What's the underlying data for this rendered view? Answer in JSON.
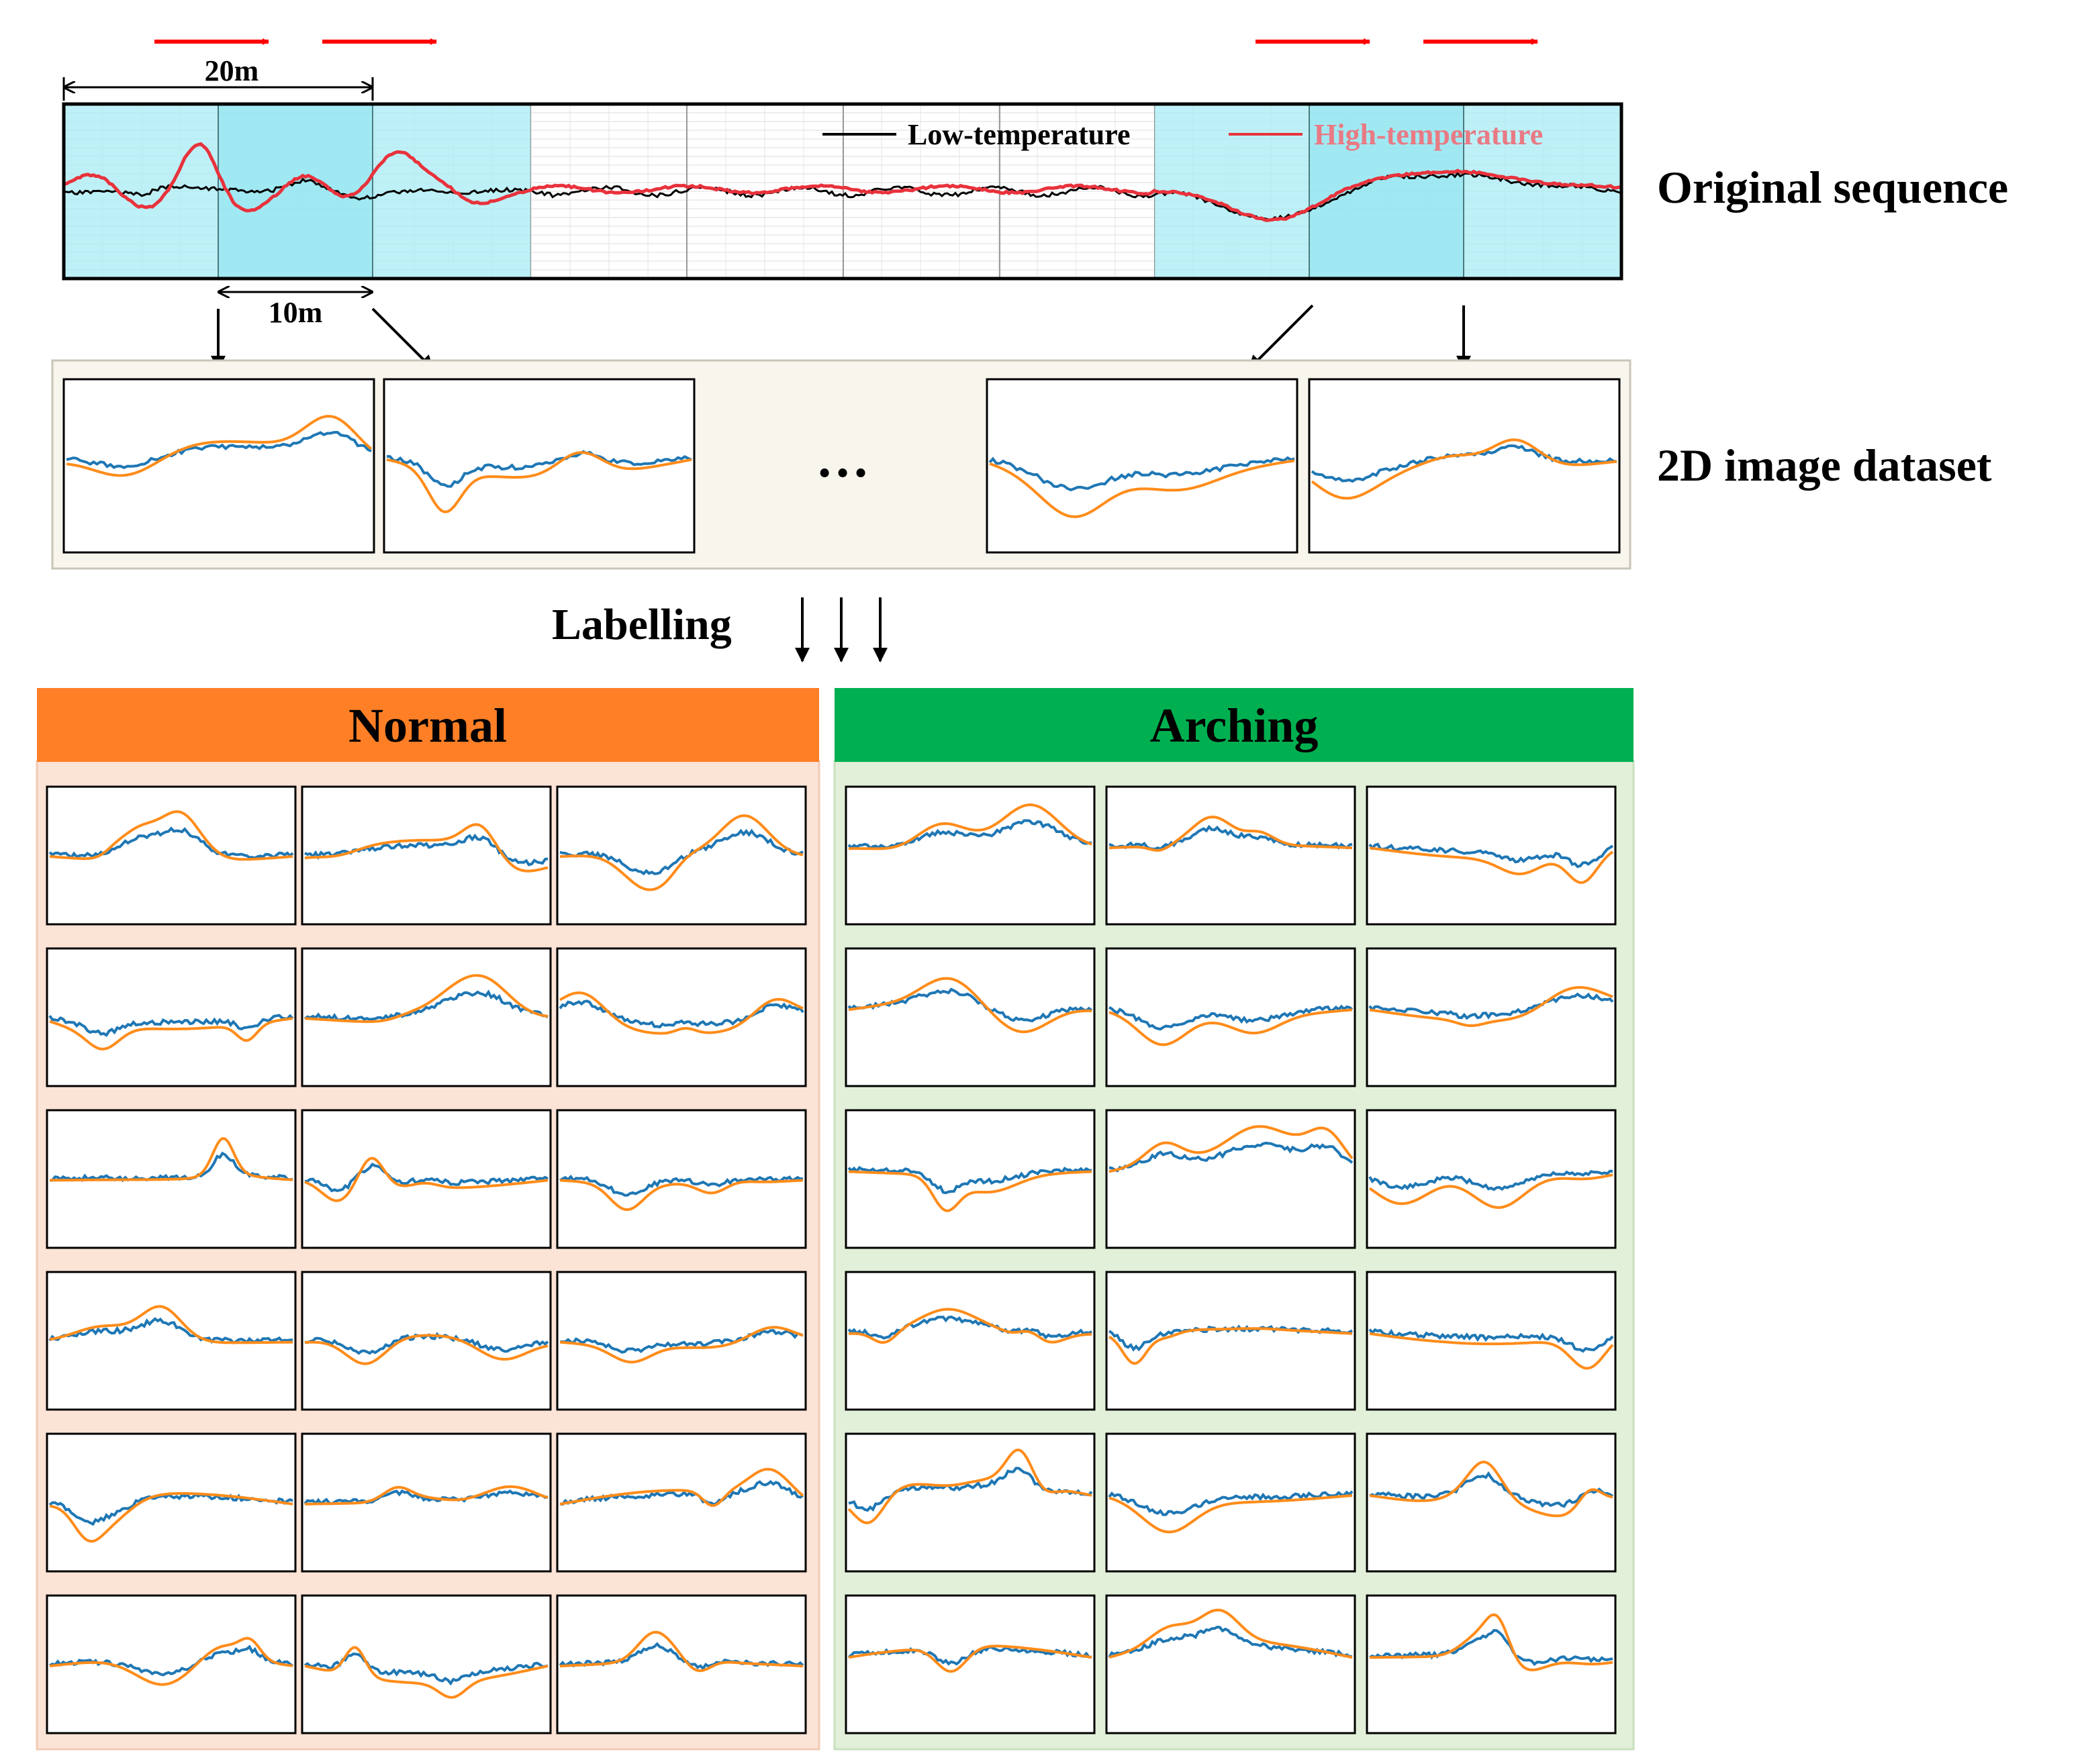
{
  "labels": {
    "distance_20": "20m",
    "distance_10": "10m",
    "legend_low": "Low-temperature",
    "legend_high": "High-temperature",
    "original_sequence": "Original sequence",
    "image_dataset": "2D image dataset",
    "ellipsis": "…",
    "labelling": "Labelling",
    "normal": "Normal",
    "arching": "Arching"
  },
  "colors": {
    "low_temp_line": "#000000",
    "high_temp_line": "#e8323c",
    "series_blue": "#1f77b4",
    "series_orange": "#ff8c1a",
    "normal_header": "#ff7f27",
    "normal_bg": "#fbe3d6",
    "arching_header": "#00b050",
    "arching_bg": "#e2f0d9",
    "window_fill": "#a8ecf4",
    "dataset_bg": "#f7f5ec",
    "direction_arrow": "#ff0000"
  }
}
